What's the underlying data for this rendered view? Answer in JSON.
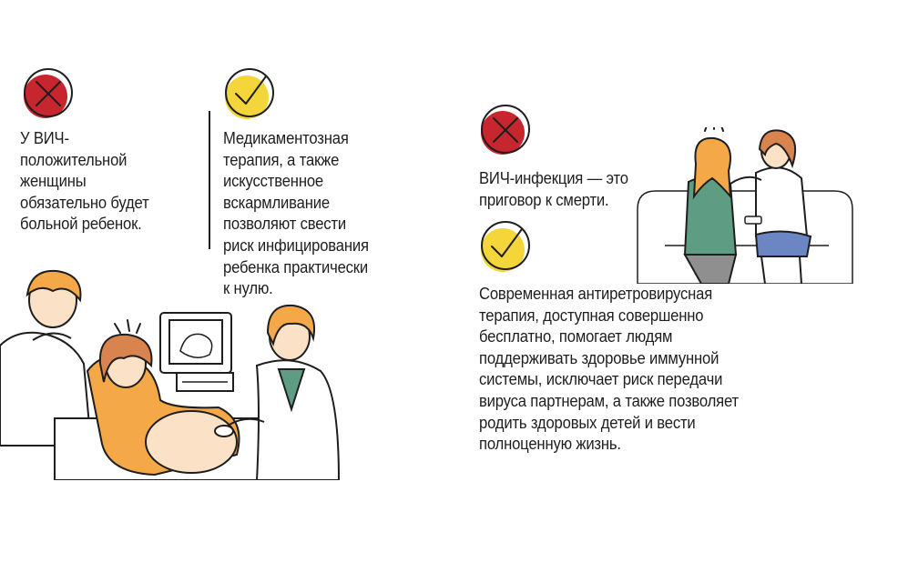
{
  "myths_left": {
    "myth_text": "У ВИЧ-\nположительной\nженщины\nобязательно будет\nбольной ребенок.",
    "fact_text": "Медикаментозная\nтерапия, а также\nискусственное\nвскармливание\nпозволяют свести\nриск инфицирования\nребенка практически\nк нулю."
  },
  "myths_right": {
    "myth_text": "ВИЧ-инфекция — это\nприговор к смерти.",
    "fact_text": "Современная антиретровирусная\nтерапия, доступная совершенно\nбесплатно, помогает людям\nподдерживать здоровье иммунной\nсистемы, исключает риск передачи\nвируса партнерам, а также позволяет\nродить здоровых детей и вести\nполноценную жизнь."
  },
  "icons": {
    "myth": "cross-mark-icon",
    "fact": "check-mark-icon"
  },
  "colors": {
    "myth_circle": "#c8262e",
    "fact_circle": "#f4d63b",
    "line": "#1e1e1e",
    "accent_orange": "#f5a847",
    "accent_teal": "#5e9c84"
  }
}
